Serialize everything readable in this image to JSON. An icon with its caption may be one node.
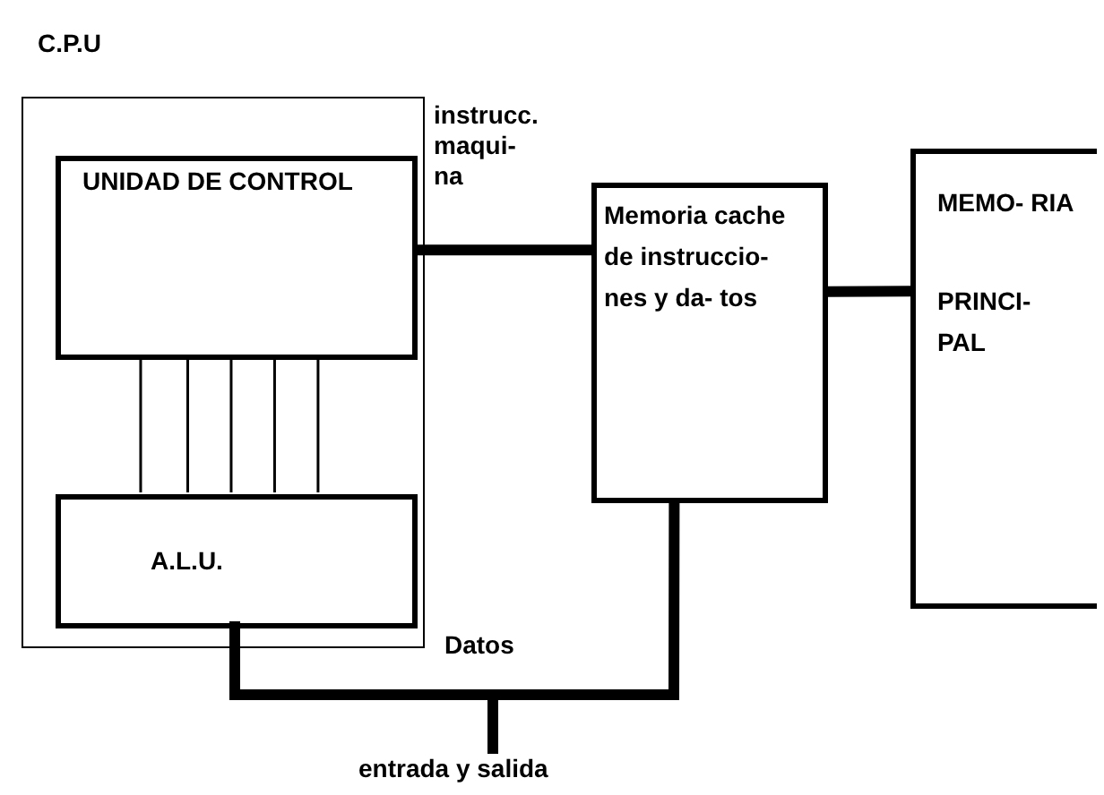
{
  "diagram": {
    "nodes": [
      {
        "text": [
          "C.P.U"
        ]
      },
      {
        "text": [
          "UNIDAD DE CONTROL"
        ],
        "in": 0
      },
      {
        "text": [
          "A.L.U."
        ],
        "in": 0
      },
      {
        "text": [
          "Memoria cache de instruccio- nes y da- tos"
        ]
      },
      {
        "text": [
          "MEMO- RIA",
          "PRINCI- PAL"
        ]
      },
      {
        "text": [
          "entrada y salida"
        ]
      }
    ],
    "edges": [
      {
        "from": 1,
        "to": 3,
        "arrow": "none",
        "style": "thick",
        "label": "instrucc. maqui- na"
      },
      {
        "from": 3,
        "to": 4,
        "arrow": "none",
        "style": "thick"
      },
      {
        "from": 2,
        "to": 3,
        "arrow": "none",
        "style": "thick",
        "label": "Datos"
      },
      {
        "from": 2,
        "to": 5,
        "arrow": "none",
        "style": "thick"
      },
      {
        "from": 3,
        "to": 5,
        "arrow": "none",
        "style": "thick"
      },
      {
        "from": 1,
        "to": 2,
        "arrow": "none"
      },
      {
        "from": 1,
        "to": 2,
        "arrow": "none"
      },
      {
        "from": 1,
        "to": 2,
        "arrow": "none"
      },
      {
        "from": 1,
        "to": 2,
        "arrow": "none"
      },
      {
        "from": 1,
        "to": 2,
        "arrow": "none"
      }
    ]
  }
}
